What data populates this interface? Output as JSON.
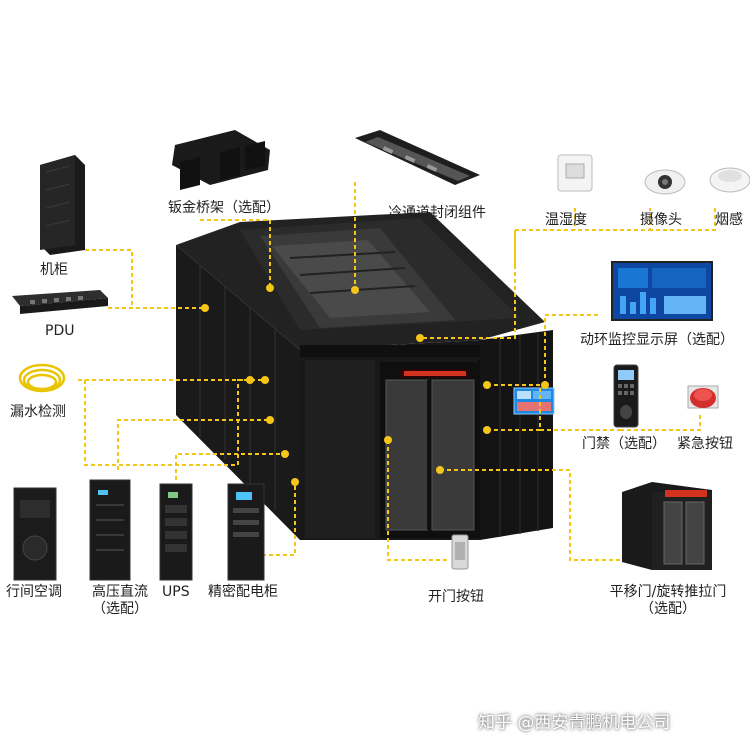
{
  "labels": {
    "cabinet": "机柜",
    "pdu": "PDU",
    "leak_detection": "漏水检测",
    "inrow_ac": "行间空调",
    "hvdc_line1": "高压直流",
    "hvdc_line2": "（选配）",
    "ups": "UPS",
    "precision_pdc": "精密配电柜",
    "cable_tray": "钣金桥架（选配）",
    "cold_aisle": "冷通道封闭组件",
    "temp_humidity": "温湿度",
    "camera": "摄像头",
    "smoke": "烟感",
    "monitor_screen": "动环监控显示屏（选配）",
    "access_control": "门禁（选配）",
    "emergency_button": "紧急按钮",
    "door_button": "开门按钮",
    "sliding_door_line1": "平移门/旋转推拉门",
    "sliding_door_line2": "（选配）",
    "door_display": "▬▬▬▬▬▬▬"
  },
  "watermark": "知乎 @西安青鹏机电公司",
  "colors": {
    "connector": "#f5c518",
    "cabinet_body": "#1c1c1c",
    "cabinet_dark": "#0d0d0d",
    "glass": "#3a3a3a",
    "led": "#d2321e",
    "screen": "#1e88e5",
    "button_red": "#d32f2f"
  }
}
